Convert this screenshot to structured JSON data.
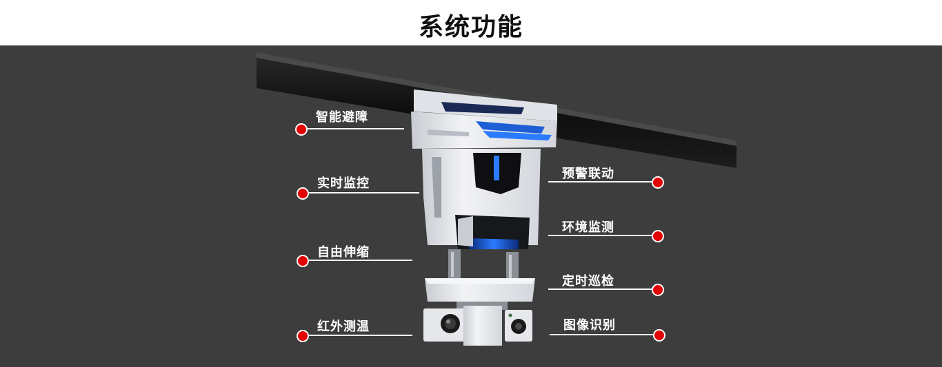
{
  "header": {
    "title": "系统功能"
  },
  "features": {
    "left": [
      {
        "label": "智能避障"
      },
      {
        "label": "实时监控"
      },
      {
        "label": "自由伸缩"
      },
      {
        "label": "红外测温"
      }
    ],
    "right": [
      {
        "label": "预警联动"
      },
      {
        "label": "环境监测"
      },
      {
        "label": "定时巡检"
      },
      {
        "label": "图像识别"
      }
    ]
  },
  "colors": {
    "background": "#3d3d3d",
    "dot": "#e30000",
    "line": "#ffffff",
    "robot_body": "#e8eaee",
    "rail": "#141414",
    "accent": "#1f5fd6"
  }
}
